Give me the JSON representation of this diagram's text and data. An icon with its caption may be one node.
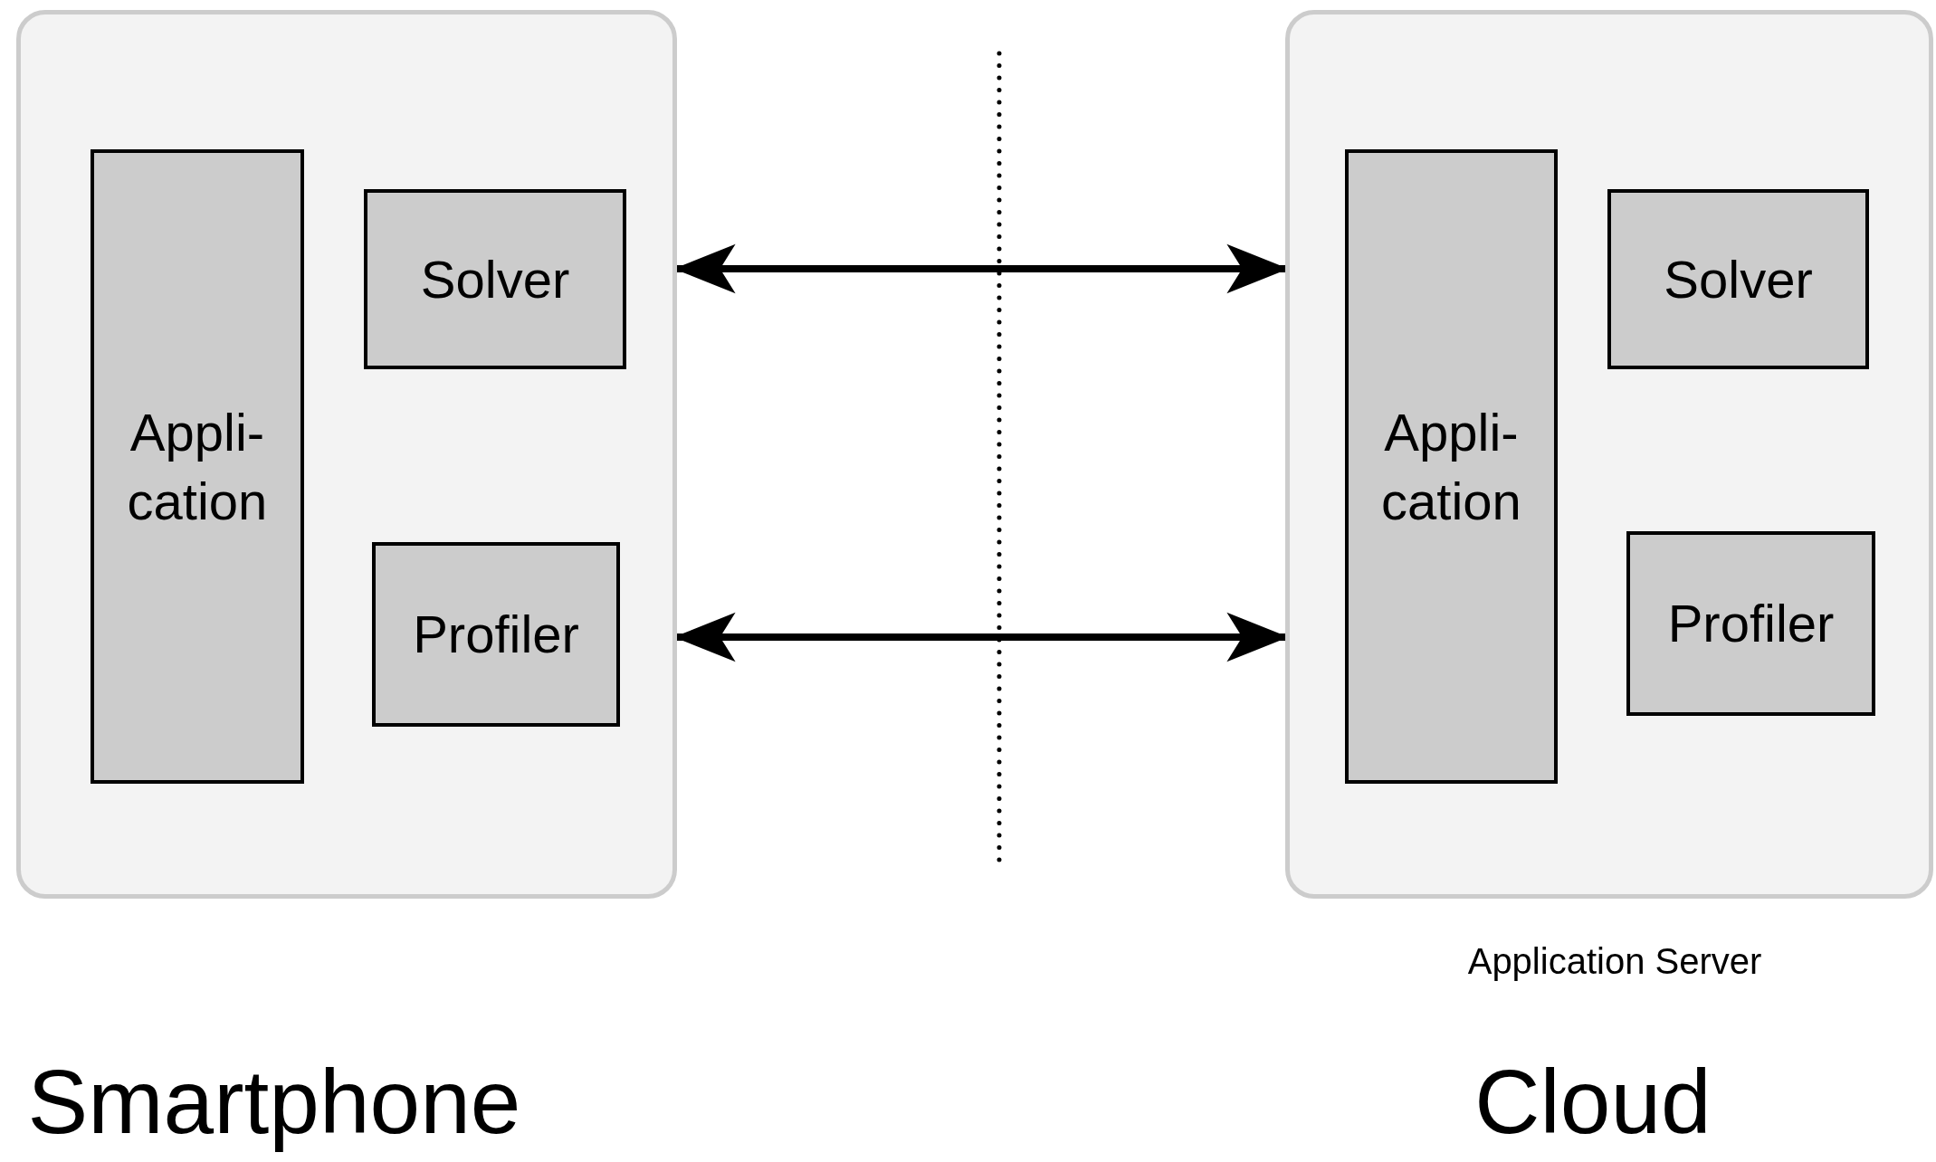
{
  "diagram": {
    "nodes": [
      {
        "text": [
          "Smartphone"
        ]
      },
      {
        "text": [
          "Appli- cation"
        ],
        "in": 0
      },
      {
        "text": [
          "Solver"
        ],
        "in": 0
      },
      {
        "text": [
          "Profiler"
        ],
        "in": 0
      },
      {
        "text": [
          "Cloud"
        ],
        "beside": [
          "Application Server"
        ]
      },
      {
        "text": [
          "Appli- cation"
        ],
        "in": 4
      },
      {
        "text": [
          "Solver"
        ],
        "in": 4
      },
      {
        "text": [
          "Profiler"
        ],
        "in": 4
      }
    ],
    "edges": [
      {
        "from": 0,
        "to": 4,
        "arrow": "both"
      },
      {
        "from": 0,
        "to": 4,
        "arrow": "both"
      }
    ]
  }
}
